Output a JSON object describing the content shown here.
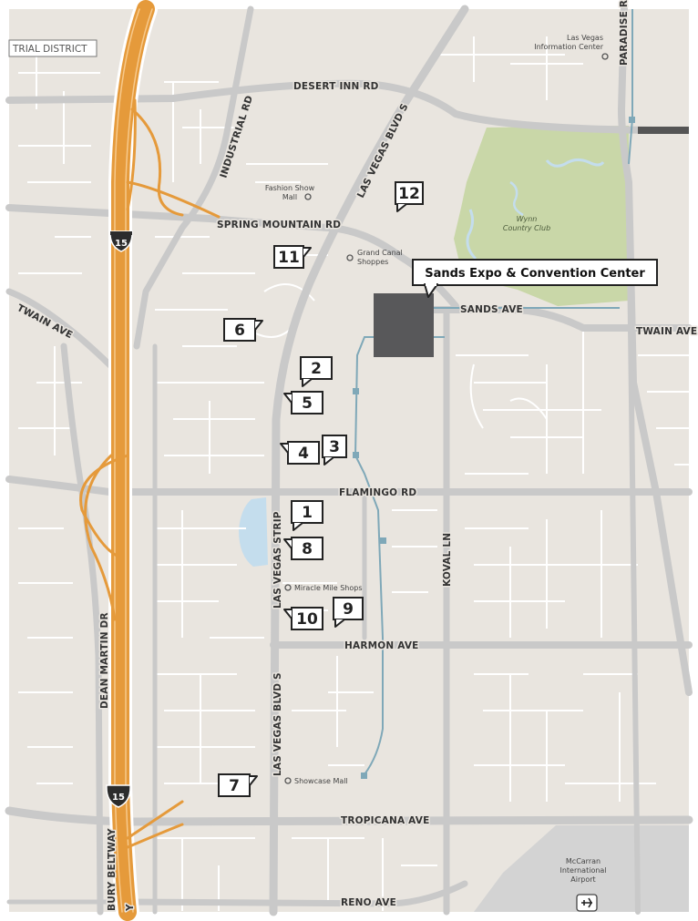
{
  "roads": {
    "desert_inn": "DESERT INN RD",
    "spring_mountain": "SPRING MOUNTAIN RD",
    "industrial": "INDUSTRIAL RD",
    "lv_blvd_north": "LAS VEGAS BLVD S",
    "lv_strip": "LAS VEGAS STRIP",
    "lv_blvd_south": "LAS VEGAS BLVD S",
    "twain_west": "TWAIN AVE",
    "twain_east": "TWAIN AVE",
    "sands": "SANDS AVE",
    "flamingo": "FLAMINGO RD",
    "koval": "KOVAL LN",
    "harmon": "HARMON AVE",
    "dean_martin": "DEAN MARTIN DR",
    "tropicana": "TROPICANA AVE",
    "reno": "RENO AVE",
    "paradise": "PARADISE R",
    "beltway": "BURY BELTWAY",
    "beltway_tail": "Y"
  },
  "district_label": "TRIAL DISTRICT",
  "interstate_label": "15",
  "places": {
    "lv_info_1": "Las Vegas",
    "lv_info_2": "Information Center",
    "fashion_1": "Fashion Show",
    "fashion_2": "Mall",
    "grand_canal_1": "Grand Canal",
    "grand_canal_2": "Shoppes",
    "wynn_1": "Wynn",
    "wynn_2": "Country Club",
    "miracle_mile": "Miracle Mile Shops",
    "showcase": "Showcase Mall",
    "airport_1": "McCarran",
    "airport_2": "International",
    "airport_3": "Airport",
    "convention": "Sands Expo & Convention Center"
  },
  "markers": [
    {
      "id": "1"
    },
    {
      "id": "2"
    },
    {
      "id": "3"
    },
    {
      "id": "4"
    },
    {
      "id": "5"
    },
    {
      "id": "6"
    },
    {
      "id": "7"
    },
    {
      "id": "8"
    },
    {
      "id": "9"
    },
    {
      "id": "10"
    },
    {
      "id": "11"
    },
    {
      "id": "12"
    }
  ],
  "colors": {
    "land": "#e9e5df",
    "road": "#c9c9c9",
    "highway": "#e59a3b",
    "park": "#c9d7a8",
    "water": "#c4dded",
    "building": "#58585a",
    "monorail": "#7fa8b8"
  }
}
